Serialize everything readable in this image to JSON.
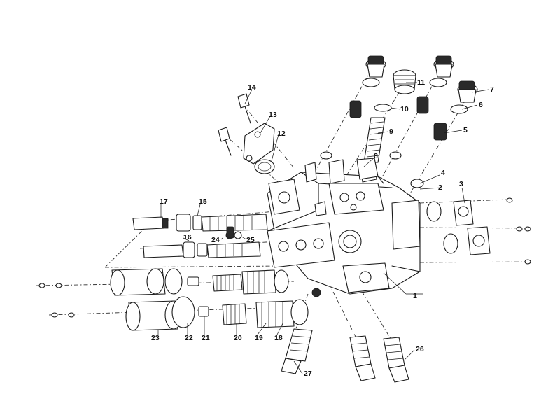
{
  "callouts": [
    {
      "id": "1",
      "label": "1"
    },
    {
      "id": "2",
      "label": "2"
    },
    {
      "id": "3",
      "label": "3"
    },
    {
      "id": "4",
      "label": "4"
    },
    {
      "id": "5",
      "label": "5"
    },
    {
      "id": "6",
      "label": "6"
    },
    {
      "id": "7",
      "label": "7"
    },
    {
      "id": "8",
      "label": "8"
    },
    {
      "id": "9",
      "label": "9"
    },
    {
      "id": "10",
      "label": "10"
    },
    {
      "id": "11",
      "label": "11"
    },
    {
      "id": "12",
      "label": "12"
    },
    {
      "id": "13",
      "label": "13"
    },
    {
      "id": "14",
      "label": "14"
    },
    {
      "id": "15",
      "label": "15"
    },
    {
      "id": "16",
      "label": "16"
    },
    {
      "id": "17",
      "label": "17"
    },
    {
      "id": "18",
      "label": "18"
    },
    {
      "id": "19",
      "label": "19"
    },
    {
      "id": "20",
      "label": "20"
    },
    {
      "id": "21",
      "label": "21"
    },
    {
      "id": "22",
      "label": "22"
    },
    {
      "id": "23",
      "label": "23"
    },
    {
      "id": "24",
      "label": "24"
    },
    {
      "id": "25",
      "label": "25"
    },
    {
      "id": "26",
      "label": "26"
    },
    {
      "id": "27",
      "label": "27"
    }
  ],
  "colors": {
    "line": "#1a1a1a",
    "background": "#ffffff"
  }
}
